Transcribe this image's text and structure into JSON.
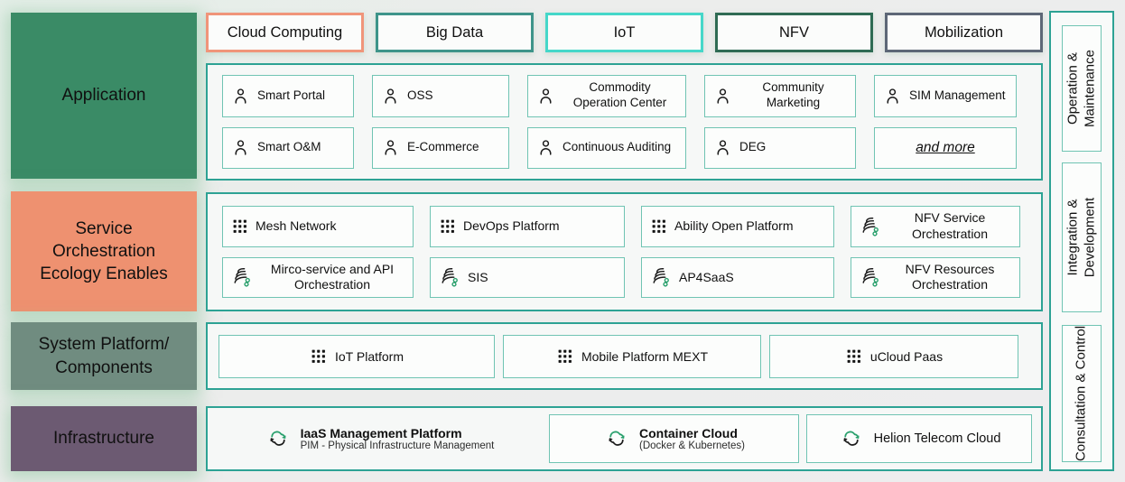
{
  "colors": {
    "container_border": "#2da294",
    "item_border": "#70c4b3",
    "application": "#3a8b66",
    "service_orchestration": "#ee9170",
    "system_platform": "#708c80",
    "infrastructure": "#6c5a72",
    "tab_cloud_computing": "#f0957a",
    "tab_big_data": "#3e948a",
    "tab_iot": "#45d7c9",
    "tab_nfv": "#2f6b54",
    "tab_mobilization": "#5d6777",
    "icon_green": "#2aa06d"
  },
  "left_sections": [
    {
      "label": "Application",
      "color": "#3a8b66"
    },
    {
      "label": "Service Orchestration Ecology Enables",
      "color": "#ee9170"
    },
    {
      "label": "System Platform/ Components",
      "color": "#708c80"
    },
    {
      "label": "Infrastructure",
      "color": "#6c5a72"
    }
  ],
  "top_tabs": [
    {
      "label": "Cloud Computing",
      "border": "#f0957a"
    },
    {
      "label": "Big Data",
      "border": "#3e948a"
    },
    {
      "label": "IoT",
      "border": "#45d7c9"
    },
    {
      "label": "NFV",
      "border": "#2f6b54"
    },
    {
      "label": "Mobilization",
      "border": "#5d6777"
    }
  ],
  "application": {
    "items": [
      {
        "label": "Smart Portal",
        "icon": "person-icon"
      },
      {
        "label": "OSS",
        "icon": "person-icon"
      },
      {
        "label": "Commodity Operation Center",
        "icon": "person-icon"
      },
      {
        "label": "Community Marketing",
        "icon": "person-icon"
      },
      {
        "label": "SIM Management",
        "icon": "person-icon"
      },
      {
        "label": "Smart O&M",
        "icon": "person-icon"
      },
      {
        "label": "E-Commerce",
        "icon": "person-icon"
      },
      {
        "label": "Continuous Auditing",
        "icon": "person-icon"
      },
      {
        "label": "DEG",
        "icon": "person-icon"
      },
      {
        "label": "and more",
        "icon": "none"
      }
    ]
  },
  "service_orchestration": {
    "items": [
      {
        "label": "Mesh Network",
        "icon": "grid-icon"
      },
      {
        "label": "DevOps Platform",
        "icon": "grid-icon"
      },
      {
        "label": "Ability Open Platform",
        "icon": "grid-icon"
      },
      {
        "label": "NFV Service Orchestration",
        "icon": "wave-icon"
      },
      {
        "label": "Mirco-service and API Orchestration",
        "icon": "wave-icon"
      },
      {
        "label": "SIS",
        "icon": "wave-icon"
      },
      {
        "label": "AP4SaaS",
        "icon": "wave-icon"
      },
      {
        "label": "NFV Resources Orchestration",
        "icon": "wave-icon"
      }
    ]
  },
  "system_platform": {
    "items": [
      {
        "label": "IoT Platform",
        "icon": "grid-icon"
      },
      {
        "label": "Mobile Platform MEXT",
        "icon": "grid-icon"
      },
      {
        "label": "uCloud Paas",
        "icon": "grid-icon"
      }
    ]
  },
  "infrastructure": {
    "items": [
      {
        "title": "IaaS Management Platform",
        "subtitle": "PIM - Physical Infrastructure Management",
        "icon": "cloud-sync-icon"
      },
      {
        "title": "Container Cloud",
        "subtitle": "(Docker & Kubernetes)",
        "icon": "cloud-sync-icon"
      },
      {
        "title": "Helion Telecom Cloud",
        "subtitle": "",
        "icon": "cloud-sync-icon"
      }
    ]
  },
  "right_sections": [
    {
      "line1": "Operation &",
      "line2": "Maintenance"
    },
    {
      "line1": "Integration &",
      "line2": "Development"
    },
    {
      "line1": "Consultation & Control",
      "line2": ""
    }
  ]
}
